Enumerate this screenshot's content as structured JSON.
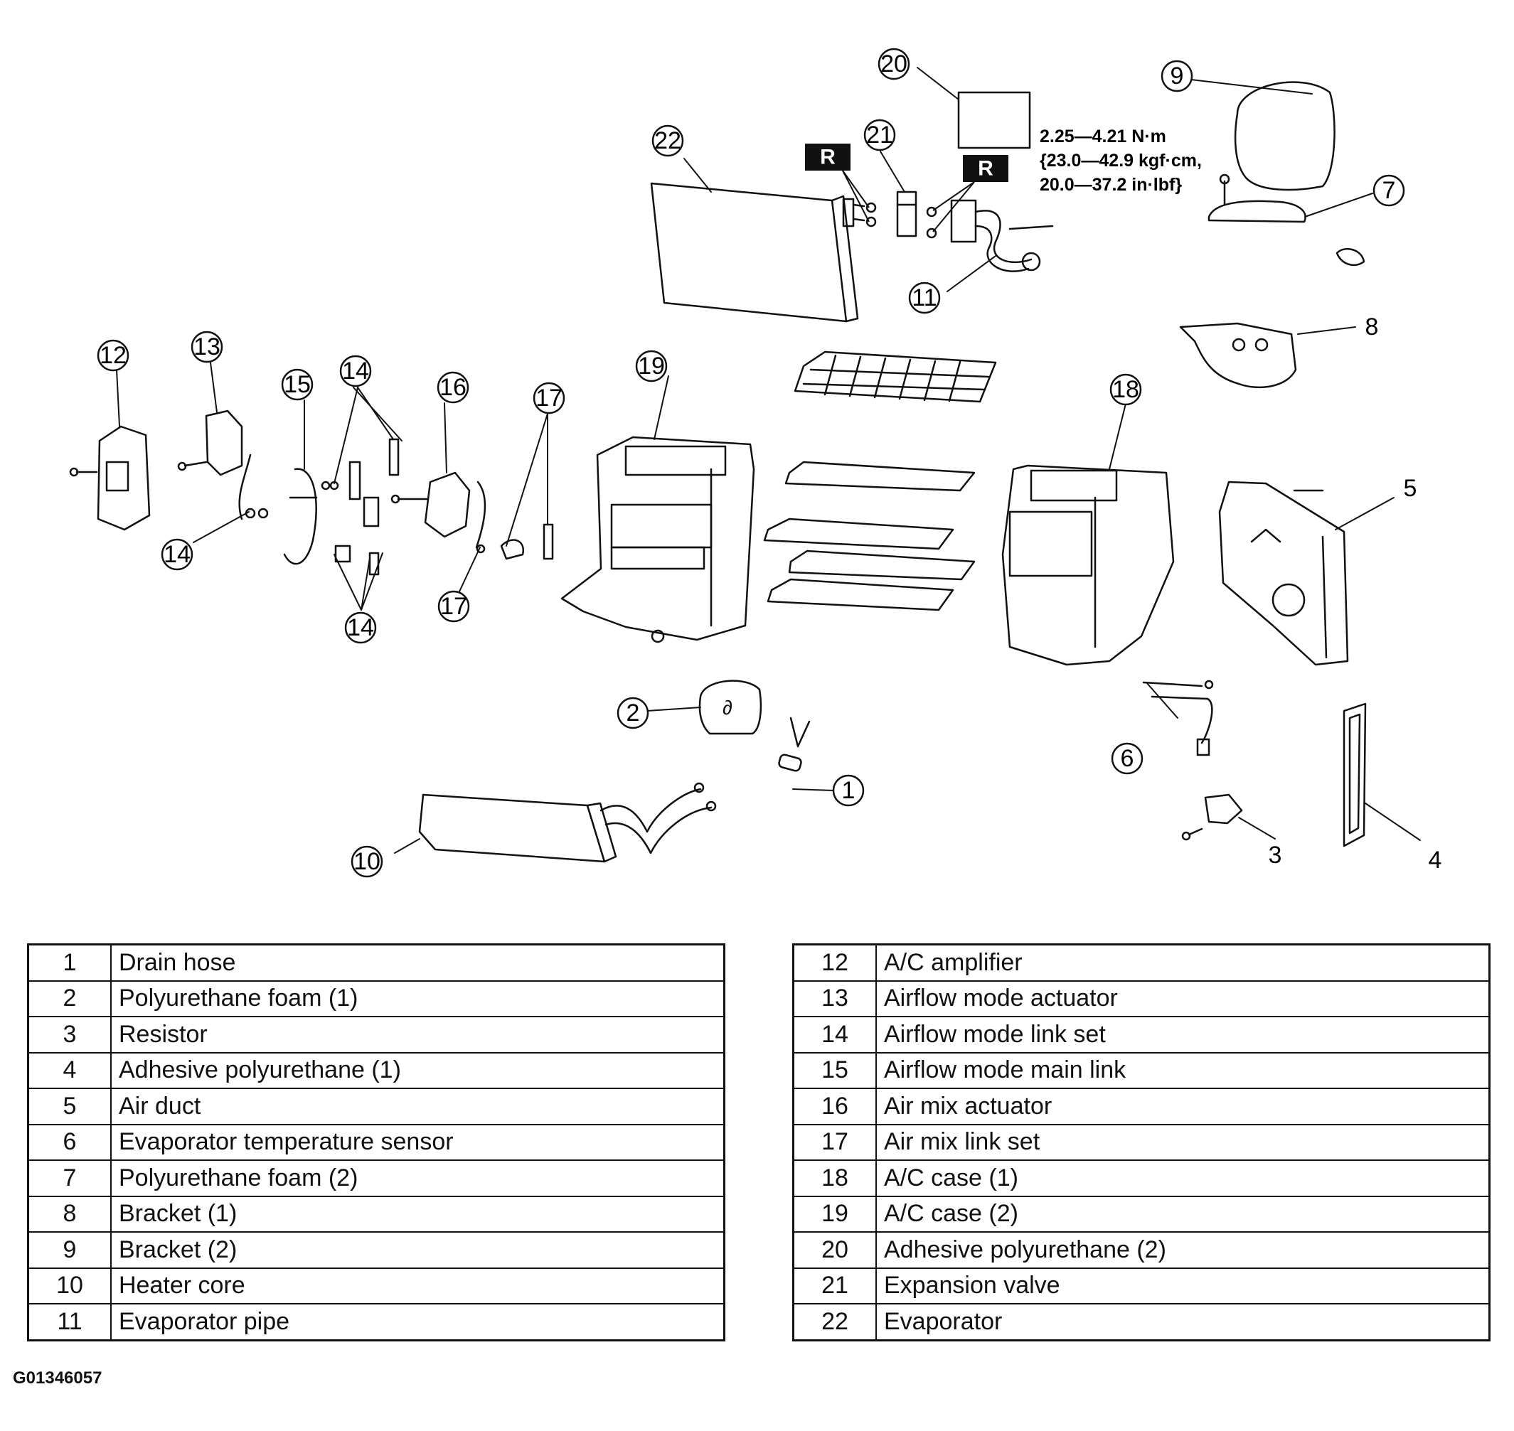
{
  "torque_spec": {
    "line1": "2.25—4.21 N·m",
    "line2": "{23.0—42.9 kgf·cm,",
    "line3": "20.0—37.2 in·lbf}"
  },
  "replace_tag": "R",
  "callouts": {
    "c1": "1",
    "c2": "2",
    "c3": "3",
    "c4": "4",
    "c5": "5",
    "c6": "6",
    "c7": "7",
    "c8": "8",
    "c9": "9",
    "c10": "10",
    "c11": "11",
    "c12": "12",
    "c13": "13",
    "c14": "14",
    "c15": "15",
    "c16": "16",
    "c17": "17",
    "c18": "18",
    "c19": "19",
    "c20": "20",
    "c21": "21",
    "c22": "22"
  },
  "legend_left": [
    {
      "num": "1",
      "name": "Drain hose"
    },
    {
      "num": "2",
      "name": "Polyurethane foam (1)"
    },
    {
      "num": "3",
      "name": "Resistor"
    },
    {
      "num": "4",
      "name": "Adhesive polyurethane (1)"
    },
    {
      "num": "5",
      "name": "Air duct"
    },
    {
      "num": "6",
      "name": "Evaporator temperature sensor"
    },
    {
      "num": "7",
      "name": "Polyurethane foam (2)"
    },
    {
      "num": "8",
      "name": "Bracket (1)"
    },
    {
      "num": "9",
      "name": "Bracket (2)"
    },
    {
      "num": "10",
      "name": "Heater core"
    },
    {
      "num": "11",
      "name": "Evaporator pipe"
    }
  ],
  "legend_right": [
    {
      "num": "12",
      "name": "A/C amplifier"
    },
    {
      "num": "13",
      "name": "Airflow mode actuator"
    },
    {
      "num": "14",
      "name": "Airflow mode link set"
    },
    {
      "num": "15",
      "name": "Airflow mode main link"
    },
    {
      "num": "16",
      "name": "Air mix actuator"
    },
    {
      "num": "17",
      "name": "Air mix link set"
    },
    {
      "num": "18",
      "name": "A/C case (1)"
    },
    {
      "num": "19",
      "name": "A/C case (2)"
    },
    {
      "num": "20",
      "name": "Adhesive polyurethane (2)"
    },
    {
      "num": "21",
      "name": "Expansion valve"
    },
    {
      "num": "22",
      "name": "Evaporator"
    }
  ],
  "figure_id": "G01346057"
}
